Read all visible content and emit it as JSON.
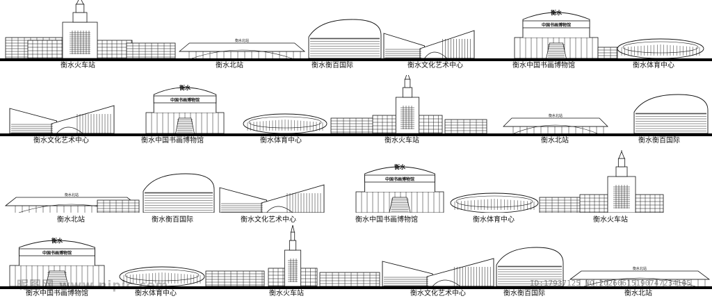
{
  "building_names": {
    "station": "衡水火车站",
    "north_station": "衡水北站",
    "hengbai": "衡水衡百国际",
    "culture_center": "衡水文化艺术中心",
    "museum": "衡水中国书画博物馆",
    "sports_center": "衡水体育中心"
  },
  "signs": {
    "museum_top": "衡水",
    "museum_banner": "中国书画博物馆",
    "north_station_sign": "衡水北站"
  },
  "rows": [
    {
      "labels": [
        "衡水火车站",
        "衡水北站",
        "衡水衡百国际",
        "衡水文化艺术中心",
        "衡水中国书画博物馆",
        "衡水体育中心"
      ]
    },
    {
      "labels": [
        "衡水文化艺术中心",
        "衡水中国书画博物馆",
        "衡水体育中心",
        "衡水火车站",
        "衡水北站",
        "衡水衡百国际"
      ]
    },
    {
      "labels": [
        "衡水北站",
        "衡水衡百国际",
        "衡水文化艺术中心",
        "衡水中国书画博物馆",
        "衡水体育中心",
        "衡水火车站"
      ]
    },
    {
      "labels": [
        "衡水中国书画博物馆",
        "衡水体育中心",
        "衡水火车站",
        "衡水文化艺术中心",
        "衡水衡百国际",
        "衡水北站"
      ]
    }
  ],
  "watermark": "昵图网 www.nipic.com",
  "image_info": "ID:17937125 NO:20260615190747234105",
  "colors": {
    "line": "#111111",
    "ground": "#000000",
    "background": "#ffffff"
  }
}
